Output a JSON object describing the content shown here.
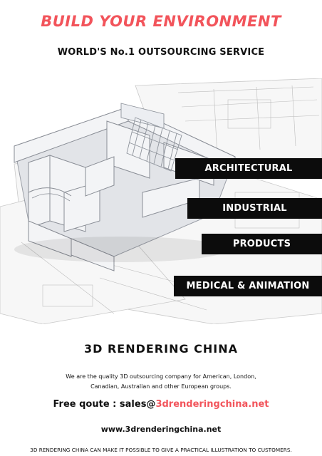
{
  "header": {
    "headline": "BUILD YOUR ENVIRONMENT",
    "subheadline": "WORLD'S No.1 OUTSOURCING SERVICE"
  },
  "services": [
    "ARCHITECTURAL",
    "INDUSTRIAL",
    "PRODUCTS",
    "MEDICAL & ANIMATION"
  ],
  "company": {
    "name": "3D RENDERING CHINA",
    "tagline_line1": "We are the quality 3D outsourcing company for American, London,",
    "tagline_line2": "Canadian, Australian and other European groups."
  },
  "contact": {
    "label": "Free qoute : ",
    "email_user": "sales@",
    "email_domain": "3drenderingchina.net",
    "website": "www.3drenderingchina.net"
  },
  "footer": "3D RENDERING CHINA CAN MAKE IT POSSIBLE TO GIVE A PRACTICAL ILLUSTRATION TO CUSTOMERS.",
  "colors": {
    "accent": "#f2545b",
    "text": "#111111",
    "service_bg": "#0c0c0c"
  }
}
